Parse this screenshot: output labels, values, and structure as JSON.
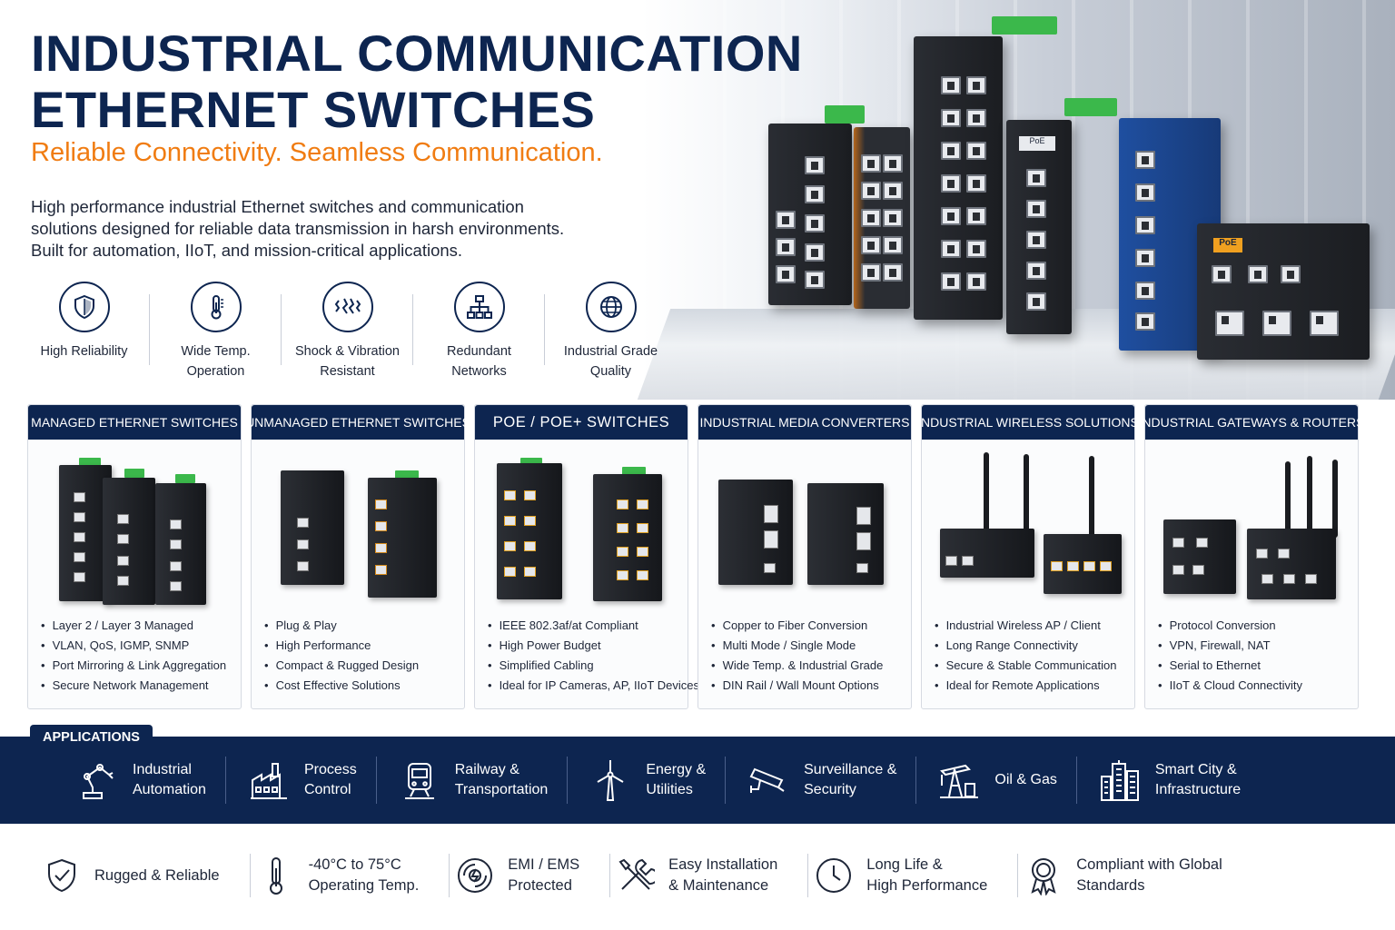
{
  "hero": {
    "title_line1": "INDUSTRIAL COMMUNICATION",
    "title_line2": "ETHERNET SWITCHES",
    "tagline": "Reliable Connectivity. Seamless Communication.",
    "description_line1": "High performance industrial Ethernet switches and communication",
    "description_line2": "solutions designed for reliable data transmission in harsh environments.",
    "description_line3": "Built for automation, IIoT, and mission-critical applications."
  },
  "features": [
    {
      "label": "High Reliability",
      "icon": "shield-check-icon"
    },
    {
      "label": "Wide Temp.\nOperation",
      "icon": "thermometer-icon"
    },
    {
      "label": "Shock & Vibration\nResistant",
      "icon": "vibration-icon"
    },
    {
      "label": "Redundant\nNetworks",
      "icon": "network-tree-icon"
    },
    {
      "label": "Industrial Grade\nQuality",
      "icon": "globe-icon"
    }
  ],
  "hero_device_labels": {
    "poe_badge": "PoE",
    "poe_badge_2": "PoE"
  },
  "categories": [
    {
      "title": "MANAGED ETHERNET SWITCHES",
      "bullets": [
        "Layer 2 / Layer 3 Managed",
        "VLAN, QoS, IGMP, SNMP",
        "Port Mirroring & Link Aggregation",
        "Secure Network Management"
      ]
    },
    {
      "title": "UNMANAGED ETHERNET SWITCHES",
      "bullets": [
        "Plug & Play",
        "High Performance",
        "Compact & Rugged Design",
        "Cost Effective Solutions"
      ]
    },
    {
      "title": "POE / POE+ SWITCHES",
      "bullets": [
        "IEEE 802.3af/at Compliant",
        "High Power Budget",
        "Simplified Cabling",
        "Ideal for IP Cameras, AP, IIoT Devices"
      ]
    },
    {
      "title": "INDUSTRIAL MEDIA CONVERTERS",
      "bullets": [
        "Copper to Fiber Conversion",
        "Multi Mode / Single Mode",
        "Wide Temp. & Industrial Grade",
        "DIN Rail / Wall Mount Options"
      ]
    },
    {
      "title": "INDUSTRIAL WIRELESS SOLUTIONS",
      "bullets": [
        "Industrial Wireless AP / Client",
        "Long Range Connectivity",
        "Secure & Stable Communication",
        "Ideal for Remote Applications"
      ]
    },
    {
      "title": "INDUSTRIAL GATEWAYS & ROUTERS",
      "bullets": [
        "Protocol Conversion",
        "VPN, Firewall, NAT",
        "Serial to Ethernet",
        "IIoT & Cloud Connectivity"
      ]
    }
  ],
  "applications": {
    "tab_label": "APPLICATIONS",
    "items": [
      {
        "label": "Industrial\nAutomation",
        "icon": "robot-arm-icon"
      },
      {
        "label": "Process\nControl",
        "icon": "factory-icon"
      },
      {
        "label": "Railway &\nTransportation",
        "icon": "train-icon"
      },
      {
        "label": "Energy &\nUtilities",
        "icon": "wind-turbine-icon"
      },
      {
        "label": "Surveillance &\nSecurity",
        "icon": "cctv-camera-icon"
      },
      {
        "label": "Oil & Gas",
        "icon": "oil-pump-icon"
      },
      {
        "label": "Smart City &\nInfrastructure",
        "icon": "city-buildings-icon"
      }
    ]
  },
  "benefits": [
    {
      "label": "Rugged & Reliable",
      "icon": "shield-check-icon"
    },
    {
      "label": "-40°C to 75°C\nOperating Temp.",
      "icon": "thermometer-icon"
    },
    {
      "label": "EMI / EMS\nProtected",
      "icon": "emi-shield-icon"
    },
    {
      "label": "Easy Installation\n& Maintenance",
      "icon": "tools-icon"
    },
    {
      "label": "Long Life &\nHigh Performance",
      "icon": "clock-icon"
    },
    {
      "label": "Compliant with Global\nStandards",
      "icon": "award-badge-icon"
    }
  ],
  "colors": {
    "navy": "#0d2550",
    "accent_orange": "#f07c12",
    "poe_blue": "#1f4fa0",
    "terminal_green": "#3bb84b"
  }
}
